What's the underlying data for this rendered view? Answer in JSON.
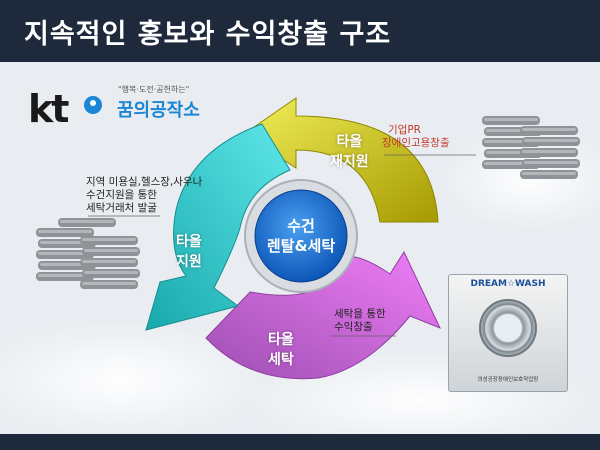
{
  "header": {
    "title": "지속적인 홍보와 수익창출 구조"
  },
  "logos": {
    "kt": "kt",
    "partner_tagline": "\"행복·도전·공헌하는\"",
    "partner_name": "꿈의공작소"
  },
  "cycle": {
    "center": [
      "수건",
      "렌탈&세탁"
    ],
    "segments": [
      {
        "label": [
          "타올",
          "재지원"
        ],
        "color": "#c2b400"
      },
      {
        "label": [
          "타올",
          "세탁"
        ],
        "color": "#c873d6"
      },
      {
        "label": [
          "타올",
          "지원"
        ],
        "color": "#33bfc2"
      }
    ]
  },
  "annotations": {
    "top_right": [
      "기업PR",
      "장애인고용창출"
    ],
    "left": [
      "지역 미용실,헬스장,사우나",
      "수건지원을 통한",
      "세탁거래처 발굴"
    ],
    "bottom": [
      "세탁을 통한",
      "수익창출"
    ]
  },
  "machine": {
    "brand": "DREAM☆WASH",
    "caption": "의성공장장애인보호작업장"
  },
  "icons": {
    "towel": "towel-stack-icon",
    "washer": "washing-machine-icon",
    "partner": "partner-logo-icon"
  }
}
